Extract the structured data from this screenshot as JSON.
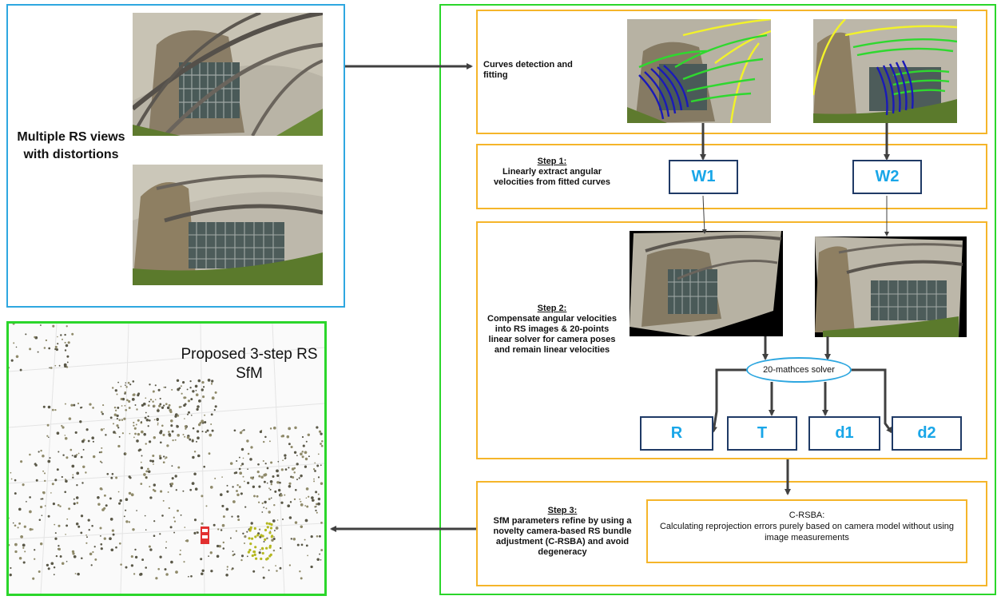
{
  "input_panel": {
    "label": "Multiple RS views with distortions"
  },
  "pipeline": {
    "curves_step": {
      "label": "Curves detection and fitting"
    },
    "step1": {
      "title": "Step 1:",
      "text": "Linearly extract angular velocities from fitted curves",
      "outputs": [
        "W1",
        "W2"
      ]
    },
    "step2": {
      "title": "Step 2:",
      "text": "Compensate angular velocities into RS images & 20-points linear solver for camera poses and remain linear velocities",
      "solver_label": "20-mathces solver",
      "outputs": [
        "R",
        "T",
        "d1",
        "d2"
      ]
    },
    "step3": {
      "title": "Step 3:",
      "text": "SfM parameters refine by using a novelty camera-based RS bundle adjustment (C-RSBA) and avoid degeneracy",
      "crsba_title": "C-RSBA:",
      "crsba_text": "Calculating reprojection errors purely based on camera model without using image measurements"
    }
  },
  "result_panel": {
    "title": "Proposed 3-step RS SfM"
  },
  "colors": {
    "blue_frame": "#2ea7e0",
    "green_frame": "#2bd62b",
    "orange_frame": "#f5b52a",
    "param_text": "#19a6e8",
    "param_border": "#1f3a66",
    "arrow": "#404040",
    "curve_yellow": "#f2f22a",
    "curve_green": "#2fd82f",
    "curve_blue": "#1a1ab8"
  },
  "icons": [
    "rs-photo-icon",
    "point-cloud-icon",
    "camera-marker-icon"
  ]
}
